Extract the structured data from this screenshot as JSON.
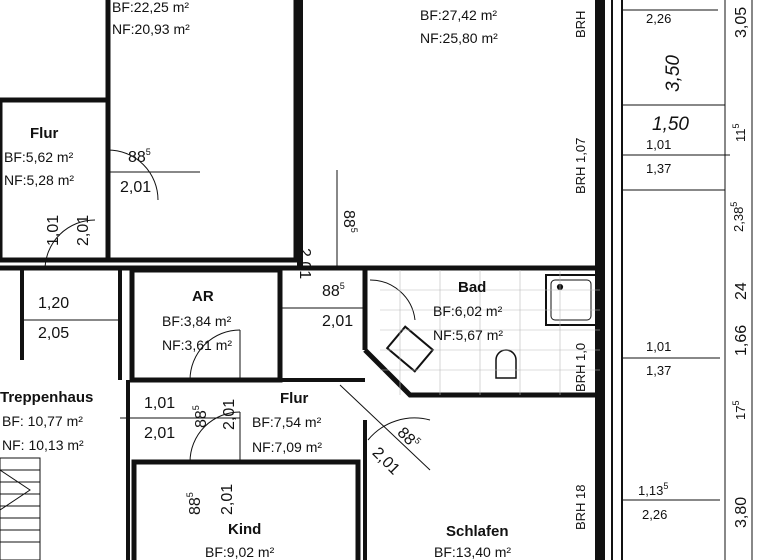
{
  "rooms": {
    "top_left": {
      "bf": "BF:22,25 m²",
      "nf": "NF:20,93 m²"
    },
    "top_right": {
      "bf": "BF:27,42 m²",
      "nf": "NF:25,80 m²"
    },
    "flur_left": {
      "name": "Flur",
      "bf": "BF:5,62 m²",
      "nf": "NF:5,28 m²"
    },
    "ar": {
      "name": "AR",
      "bf": "BF:3,84 m²",
      "nf": "NF:3,61 m²"
    },
    "bad": {
      "name": "Bad",
      "bf": "BF:6,02 m²",
      "nf": "NF:5,67 m²"
    },
    "treppenhaus": {
      "name": "Treppenhaus",
      "bf": "BF: 10,77 m²",
      "nf": "NF: 10,13 m²"
    },
    "flur_center": {
      "name": "Flur",
      "bf": "BF:7,54 m²",
      "nf": "NF:7,09 m²"
    },
    "kind": {
      "name": "Kind",
      "bf": "BF:9,02 m²"
    },
    "schlafen": {
      "name": "Schlafen",
      "bf": "BF:13,40 m²"
    }
  },
  "dimensions": {
    "d_885_flur_left": "88",
    "d_885_flur_left_sup": "5",
    "d_201_flur_left": "2,01",
    "d_101_vert_left": "1,01",
    "d_201_vert_left": "2,01",
    "d_120": "1,20",
    "d_205": "2,05",
    "d_201_vert_top": "2,01",
    "d_885_vert_top": "88",
    "d_885_vert_top_sup": "5",
    "d_885_bad": "88",
    "d_885_bad_sup": "5",
    "d_201_bad": "2,01",
    "d_101_ar": "1,01",
    "d_201_ar": "2,01",
    "d_885_ar_vert": "88",
    "d_885_ar_vert_sup": "5",
    "d_201_ar_vert": "2,01",
    "d_885_kind": "88",
    "d_885_kind_sup": "5",
    "d_201_kind": "2,01",
    "d_885_diag": "88",
    "d_885_diag_sup": "5",
    "d_201_diag": "2,01",
    "brh_top": "BRH",
    "brh_107": "BRH 1,07",
    "brh_10": "BRH 1,0",
    "brh_18": "BRH 18",
    "d_226_top": "2,26",
    "d_350": "3,50",
    "d_150": "1,50",
    "d_101_win1": "1,01",
    "d_137_win1": "1,37",
    "d_101_win2": "1,01",
    "d_137_win2": "1,37",
    "d_1135": "1,13",
    "d_1135_sup": "5",
    "d_226_bottom": "2,26",
    "d_305": "3,05",
    "d_115": "11",
    "d_115_sup": "5",
    "d_2385": "2,38",
    "d_2385_sup": "5",
    "d_24": "24",
    "d_166": "1,66",
    "d_175": "17",
    "d_175_sup": "5",
    "d_380": "3,80"
  }
}
